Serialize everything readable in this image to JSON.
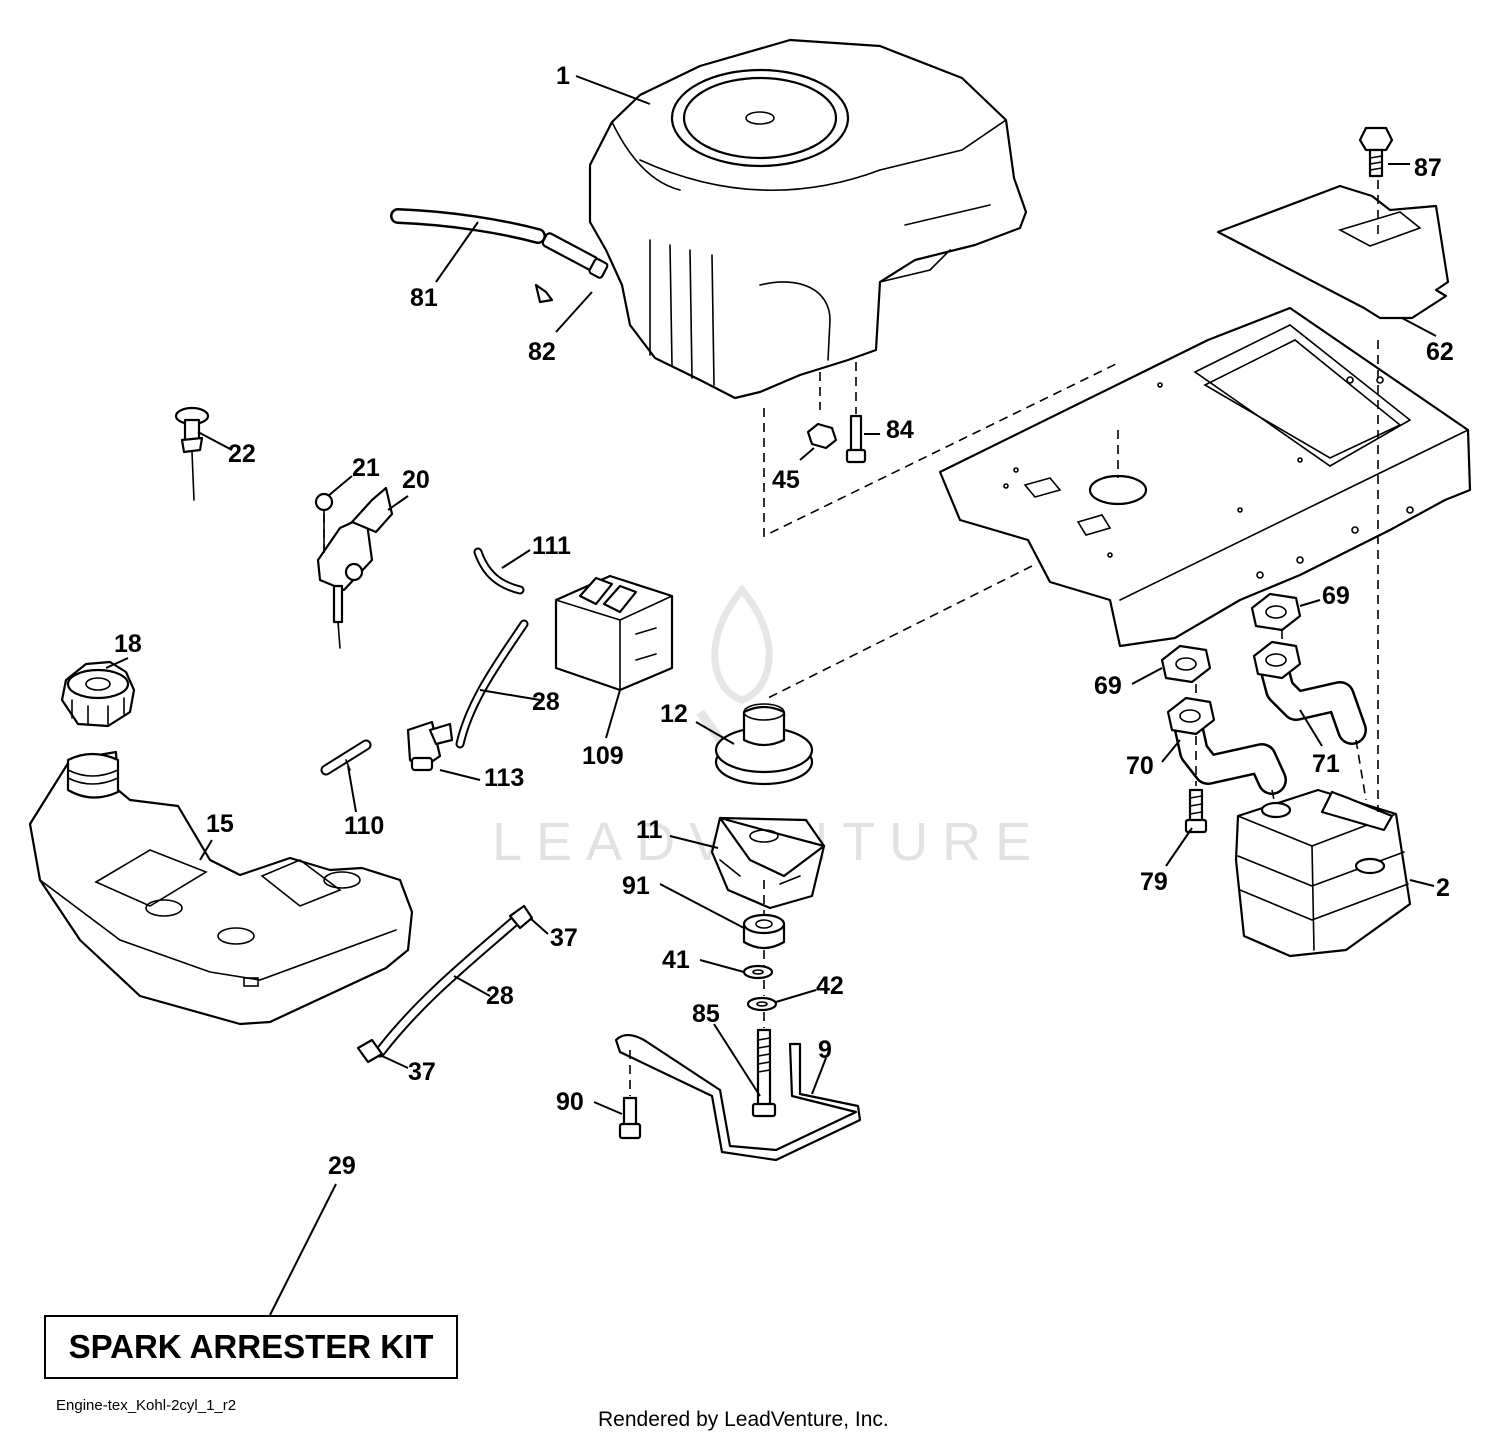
{
  "callouts": {
    "c1": "1",
    "c87": "87",
    "c81": "81",
    "c82": "82",
    "c62": "62",
    "c84": "84",
    "c45": "45",
    "c22": "22",
    "c21": "21",
    "c20": "20",
    "c111": "111",
    "c18": "18",
    "c28a": "28",
    "c109": "109",
    "c12": "12",
    "c69a": "69",
    "c69b": "69",
    "c110": "110",
    "c113": "113",
    "c70": "70",
    "c71": "71",
    "c15": "15",
    "c11": "11",
    "c79": "79",
    "c2": "2",
    "c91": "91",
    "c37a": "37",
    "c41": "41",
    "c42": "42",
    "c28b": "28",
    "c85": "85",
    "c9": "9",
    "c37b": "37",
    "c90": "90",
    "c29": "29"
  },
  "watermark": "LEADVENTURE",
  "kit_label": "SPARK ARRESTER KIT",
  "diagram_code": "Engine-tex_Kohl-2cyl_1_r2",
  "render_credit": "Rendered by LeadVenture, Inc."
}
